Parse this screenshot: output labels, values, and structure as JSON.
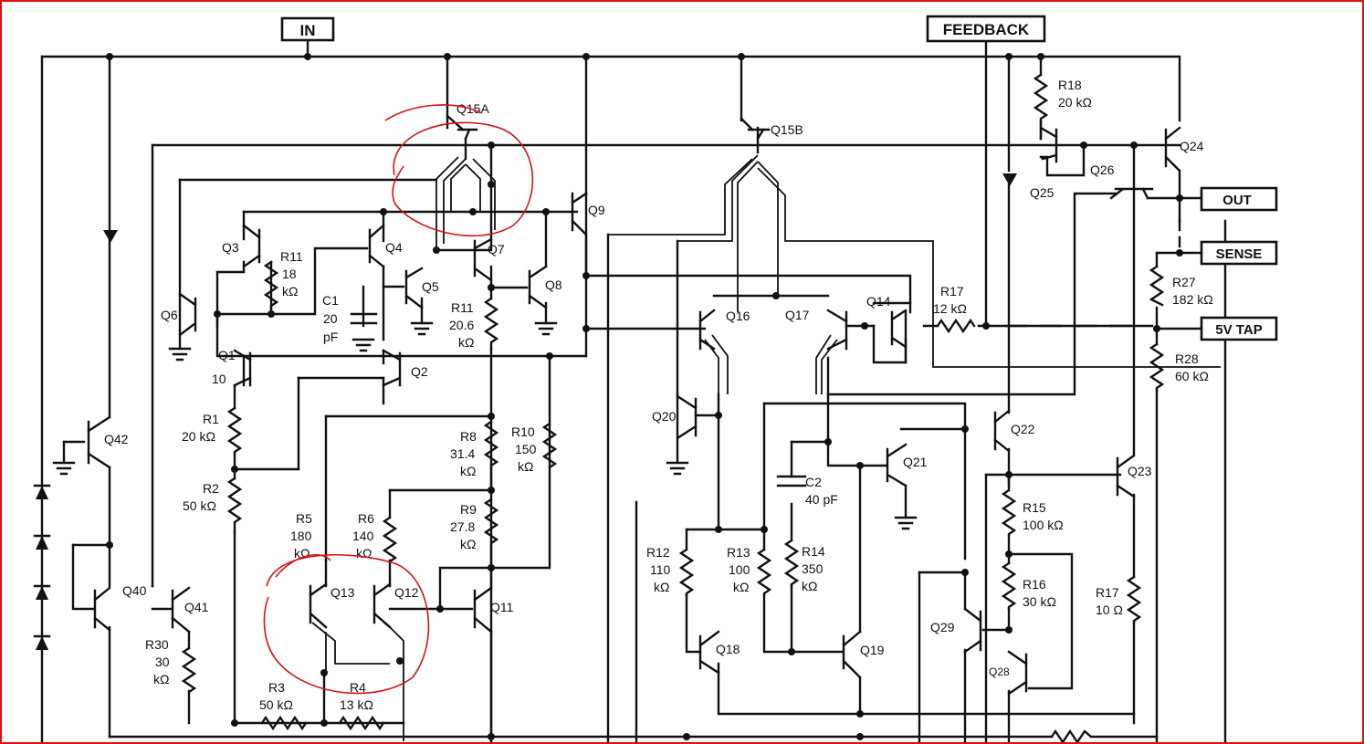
{
  "terminals": {
    "in": "IN",
    "feedback": "FEEDBACK",
    "out": "OUT",
    "sense": "SENSE",
    "tap": "5V TAP"
  },
  "transistors": {
    "q15a": "Q15A",
    "q15b": "Q15B",
    "q9": "Q9",
    "q3": "Q3",
    "q4": "Q4",
    "q5": "Q5",
    "q7": "Q7",
    "q8": "Q8",
    "q6": "Q6",
    "q1": "Q1",
    "q1_val": "10",
    "q2": "Q2",
    "q42": "Q42",
    "q40": "Q40",
    "q41": "Q41",
    "q13": "Q13",
    "q12": "Q12",
    "q11": "Q11",
    "q16": "Q16",
    "q17": "Q17",
    "q14": "Q14",
    "q20": "Q20",
    "q21": "Q21",
    "q22": "Q22",
    "q18": "Q18",
    "q19": "Q19",
    "q29": "Q29",
    "q28": "Q28",
    "q24": "Q24",
    "q25": "Q25",
    "q26": "Q26",
    "q23": "Q23"
  },
  "resistors": {
    "r18": {
      "name": "R18",
      "value": "20 kΩ"
    },
    "r11a": {
      "name": "R11",
      "value1": "18",
      "value2": "kΩ"
    },
    "r11b": {
      "name": "R11",
      "value1": "20.6",
      "value2": "kΩ"
    },
    "r17a": {
      "name": "R17",
      "value": "12 kΩ"
    },
    "r27": {
      "name": "R27",
      "value": "182 kΩ"
    },
    "r28": {
      "name": "R28",
      "value": "60 kΩ"
    },
    "r1": {
      "name": "R1",
      "value": "20 kΩ"
    },
    "r2": {
      "name": "R2",
      "value": "50 kΩ"
    },
    "r8": {
      "name": "R8",
      "value1": "31.4",
      "value2": "kΩ"
    },
    "r10": {
      "name": "R10",
      "value1": "150",
      "value2": "kΩ"
    },
    "r9": {
      "name": "R9",
      "value1": "27.8",
      "value2": "kΩ"
    },
    "r5": {
      "name": "R5",
      "value1": "180",
      "value2": "kΩ"
    },
    "r6": {
      "name": "R6",
      "value1": "140",
      "value2": "kΩ"
    },
    "r30": {
      "name": "R30",
      "value1": "30",
      "value2": "kΩ"
    },
    "r3": {
      "name": "R3",
      "value": "50 kΩ"
    },
    "r4": {
      "name": "R4",
      "value": "13 kΩ"
    },
    "r12": {
      "name": "R12",
      "value1": "110",
      "value2": "kΩ"
    },
    "r13": {
      "name": "R13",
      "value1": "100",
      "value2": "kΩ"
    },
    "r14": {
      "name": "R14",
      "value1": "350",
      "value2": "kΩ"
    },
    "r15": {
      "name": "R15",
      "value": "100 kΩ"
    },
    "r16": {
      "name": "R16",
      "value": "30 kΩ"
    },
    "r17b": {
      "name": "R17",
      "value": "10 Ω"
    }
  },
  "capacitors": {
    "c1": {
      "name": "C1",
      "value1": "20",
      "value2": "pF"
    },
    "c2": {
      "name": "C2",
      "value": "40 pF"
    }
  }
}
